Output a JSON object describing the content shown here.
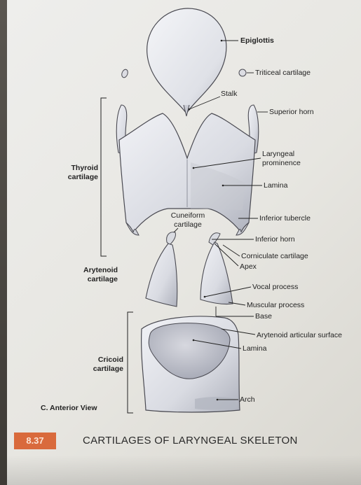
{
  "labels": {
    "epiglottis": "Epiglottis",
    "triticeal_cartilage": "Triticeal cartilage",
    "stalk": "Stalk",
    "superior_horn": "Superior horn",
    "thyroid_cartilage_line1": "Thyroid",
    "thyroid_cartilage_line2": "cartilage",
    "laryngeal_prominence_line1": "Laryngeal",
    "laryngeal_prominence_line2": "prominence",
    "thyroid_lamina": "Lamina",
    "cuneiform_cartilage_line1": "Cuneiform",
    "cuneiform_cartilage_line2": "cartilage",
    "inferior_tubercle": "Inferior tubercle",
    "inferior_horn": "Inferior horn",
    "corniculate_cartilage": "Corniculate cartilage",
    "arytenoid_cartilage_line1": "Arytenoid",
    "arytenoid_cartilage_line2": "cartilage",
    "apex": "Apex",
    "vocal_process": "Vocal process",
    "muscular_process": "Muscular process",
    "base": "Base",
    "arytenoid_articular_surface": "Arytenoid articular surface",
    "cricoid_cartilage_line1": "Cricoid",
    "cricoid_cartilage_line2": "cartilage",
    "cricoid_lamina": "Lamina",
    "arch": "Arch",
    "view": "C. Anterior View"
  },
  "figure": {
    "number": "8.37",
    "title": "CARTILAGES OF LARYNGEAL SKELETON",
    "badge_color": "#d96a3c"
  },
  "colors": {
    "cartilage_fill": "#e4e5ea",
    "cartilage_shade": "#b9bcc6",
    "outline": "#4a4a52",
    "leader_line": "#222222"
  }
}
